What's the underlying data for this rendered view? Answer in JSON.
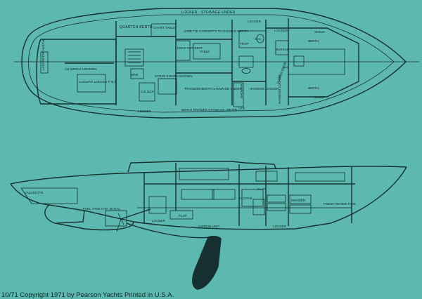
{
  "plan_labels": {
    "locker_stowage_under": "LOCKER · STOWAGE UNDER",
    "quarter_berth": "QUARTER BERTH",
    "chart_table": "CHART TABLE",
    "dinette_converts": "DINETTE CONVERTS TO DOUBLE BERTH",
    "locker_top": "LOCKER",
    "locker_top_right": "LOCKER",
    "shelf_top": "SHELF",
    "berth_top": "BERTH",
    "lazarette_plan": "LAZARETTE HATCH",
    "fold_out_seat": "FOLD OUT SEAT",
    "table": "TABLE",
    "wc": "W.C.",
    "trap": "TRAP",
    "bureau": "BUREAU",
    "cb_winch_housing": "CB WINCH HOUSING",
    "sink": "SINK",
    "stove": "STOVE 2 BURN W/OVEN",
    "ice_box": "ICE BOX",
    "cockpit_locker": "COCKPIT LOCKER P & S",
    "transom_berth": "TRANSOM BERTH STOWAGE UNDER",
    "shower": "SHOWER",
    "hanging_locker_mid": "HANGING LOCKER",
    "hanging_locker_right": "HANGING LOCKER",
    "sliding_door": "SLIDING DOOR",
    "berth_bottom": "BERTH",
    "shelf_bottom": "SHELF",
    "locker_bottom": "LOCKER",
    "berth_drawer": "BERTH DRAWER STOWAGE UNDER",
    "lkr": "LKR"
  },
  "profile_labels": {
    "lazarette": "LAZARETTE",
    "fuel_tank": "FUEL TANK CAP. 30 GAL",
    "locker_aft": "LOCKER",
    "flap": "FLAP",
    "v_drive": "V-DRIVE UNIT",
    "alcove": "ALCOVE",
    "flap_mid": "FLAP",
    "drawer": "DRAWER",
    "fresh_water_tank": "FRESH WATER TANK",
    "locker_fwd": "LOCKER"
  },
  "copyright": "10/71  Copyright 1971 by Pearson Yachts  Printed in U.S.A.",
  "colors": {
    "paper": "#5db8b0",
    "ink": "#15302f"
  }
}
